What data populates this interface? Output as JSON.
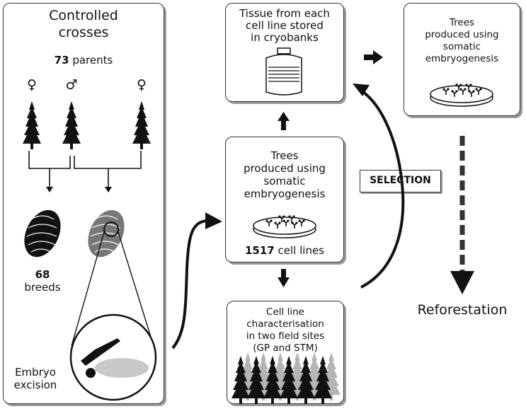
{
  "left_panel": {
    "title_line1": "Controlled",
    "title_line2": "crosses",
    "parents_count": "73",
    "parents_label": "parents",
    "symbol_female_1": "♀",
    "symbol_male": "♂",
    "symbol_female_2": "♀",
    "breeds_count": "68",
    "breeds_label": "breeds",
    "excision_line1": "Embryo",
    "excision_line2": "excision"
  },
  "cryobank_box": {
    "line1": "Tissue from each",
    "line2": "cell line stored",
    "line3": "in cryobanks"
  },
  "embryogenesis_box_top": {
    "line1": "Trees",
    "line2": "produced using",
    "line3": "somatic",
    "line4": "embryogenesis"
  },
  "embryogenesis_box_center": {
    "line1": "Trees",
    "line2": "produced using",
    "line3": "somatic",
    "line4": "embryogenesis",
    "cell_lines_count": "1517",
    "cell_lines_label": "cell lines"
  },
  "characterisation_box": {
    "line1": "Cell line",
    "line2": "characterisation",
    "line3": "in two field sites",
    "line4": "(GP and STM)"
  },
  "selection_label": "SELECTION",
  "outcome_label": "Reforestation",
  "colors": {
    "ink": "#111111",
    "box_border": "#333333",
    "box_shadow": "#9a9a9a",
    "tree_dark": "#111111",
    "tree_grey": "#b5b5b5",
    "cone_grey": "#777777",
    "embryo_grey": "#c8c8c8"
  }
}
